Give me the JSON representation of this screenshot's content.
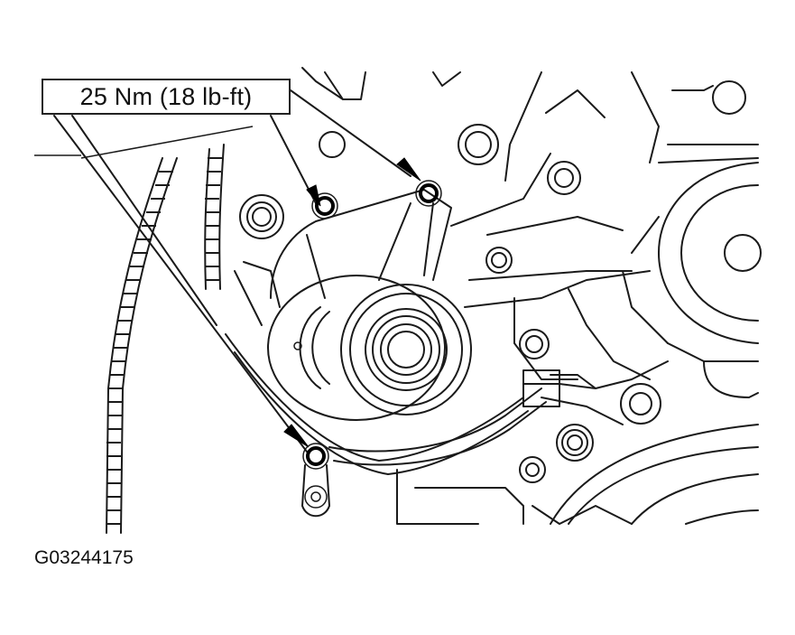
{
  "diagram": {
    "callout": {
      "label": "25 Nm (18 lb-ft)",
      "targets": [
        "upper-left tensioner bolt",
        "upper-right tensioner bolt",
        "lower tensioner bolt"
      ]
    },
    "figure_id": "G03244175",
    "colors": {
      "line": "#1a1a1a",
      "background": "#ffffff"
    },
    "components": [
      "drive-belt",
      "belt-tensioner-pulley",
      "tensioner-bracket",
      "water-pump-pulley",
      "wiring-harness",
      "engine-front-cover"
    ]
  }
}
